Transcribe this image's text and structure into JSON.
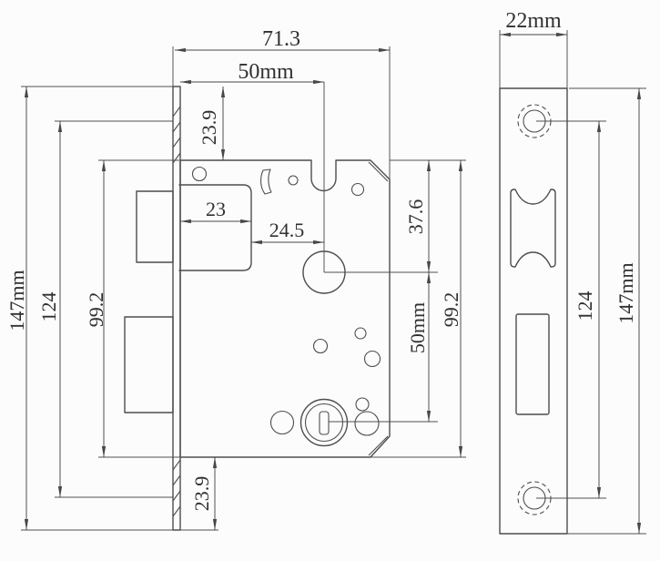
{
  "drawing_title": "mortise lock body and faceplate dimensional drawing",
  "colors": {
    "background": "#fcfcfc",
    "line": "#4d4d4d",
    "dimension_line": "#474747",
    "text": "#303030"
  },
  "side_view": {
    "dim_overall_depth": "71.3",
    "dim_backset": "50mm",
    "dim_faceplate_top_to_case": "23.9",
    "dim_latch_bolt_width": "23",
    "dim_latch_to_spindle": "24.5",
    "dim_case_top_to_spindle": "37.6",
    "dim_case_height_left": "99.2",
    "dim_case_height_right": "99.2",
    "dim_spindle_to_cylinder": "50mm",
    "dim_screw_spacing": "124",
    "dim_overall_height": "147mm",
    "dim_case_to_faceplate_bottom": "23.9"
  },
  "front_view": {
    "dim_faceplate_width": "22mm",
    "dim_screw_spacing": "124",
    "dim_faceplate_height": "147mm"
  }
}
